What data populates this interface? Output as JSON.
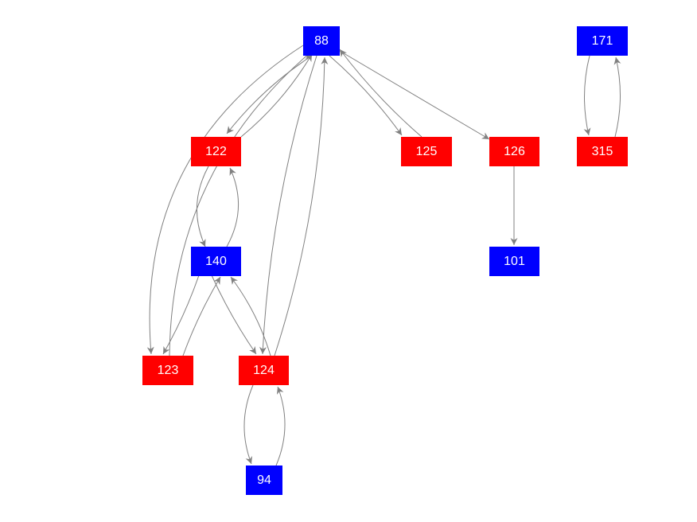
{
  "colors": {
    "blue": "#0000ff",
    "red": "#ff0000",
    "edge": "#808080"
  },
  "nodes": [
    {
      "id": "88",
      "label": "88",
      "color": "blue"
    },
    {
      "id": "171",
      "label": "171",
      "color": "blue"
    },
    {
      "id": "122",
      "label": "122",
      "color": "red"
    },
    {
      "id": "125",
      "label": "125",
      "color": "red"
    },
    {
      "id": "126",
      "label": "126",
      "color": "red"
    },
    {
      "id": "315",
      "label": "315",
      "color": "red"
    },
    {
      "id": "140",
      "label": "140",
      "color": "blue"
    },
    {
      "id": "101",
      "label": "101",
      "color": "blue"
    },
    {
      "id": "123",
      "label": "123",
      "color": "red"
    },
    {
      "id": "124",
      "label": "124",
      "color": "red"
    },
    {
      "id": "94",
      "label": "94",
      "color": "blue"
    }
  ],
  "edges": [
    {
      "from": "88",
      "to": "122"
    },
    {
      "from": "122",
      "to": "88"
    },
    {
      "from": "88",
      "to": "125"
    },
    {
      "from": "125",
      "to": "88"
    },
    {
      "from": "88",
      "to": "126"
    },
    {
      "from": "88",
      "to": "123"
    },
    {
      "from": "123",
      "to": "88"
    },
    {
      "from": "88",
      "to": "124"
    },
    {
      "from": "124",
      "to": "88"
    },
    {
      "from": "122",
      "to": "140"
    },
    {
      "from": "140",
      "to": "122"
    },
    {
      "from": "140",
      "to": "123"
    },
    {
      "from": "123",
      "to": "140"
    },
    {
      "from": "140",
      "to": "124"
    },
    {
      "from": "124",
      "to": "140"
    },
    {
      "from": "124",
      "to": "94"
    },
    {
      "from": "94",
      "to": "124"
    },
    {
      "from": "126",
      "to": "101"
    },
    {
      "from": "171",
      "to": "315"
    },
    {
      "from": "315",
      "to": "171"
    }
  ]
}
